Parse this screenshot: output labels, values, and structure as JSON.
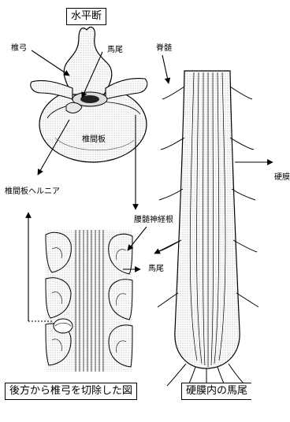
{
  "colors": {
    "ink": "#000000",
    "stipple": "#bdbdbd",
    "paper": "#ffffff"
  },
  "captions": {
    "horizontal_section": "水平断",
    "posterior_view": "後方から椎弓を切除した図",
    "dura_view": "硬膜内の馬尾"
  },
  "labels": {
    "vertebral_arch": "椎弓",
    "cauda_top": "馬尾",
    "disc": "椎間板",
    "hernia": "椎間板ヘルニア",
    "spinal_cord": "脊髄",
    "dura": "硬膜",
    "lumbar_nerve_root": "腰髄神経根",
    "cauda_mid": "馬尾"
  }
}
